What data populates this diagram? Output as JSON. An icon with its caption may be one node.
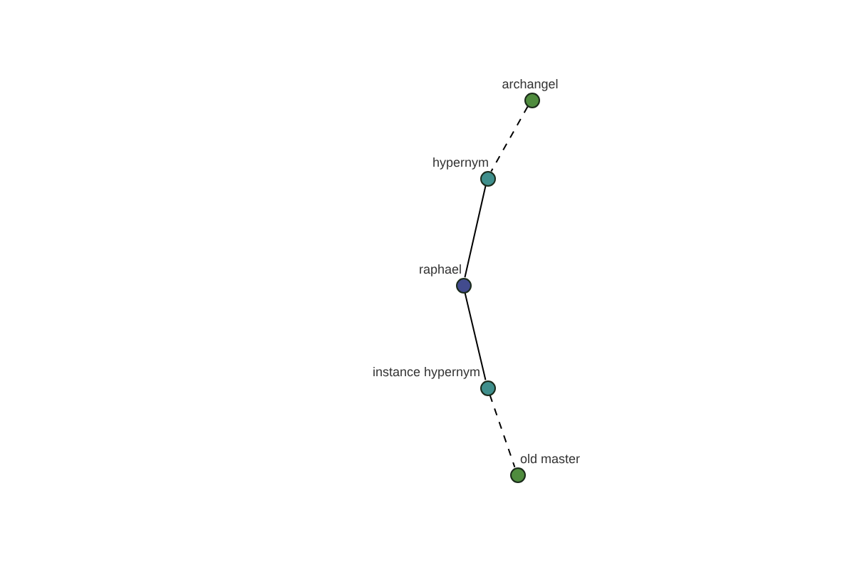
{
  "diagram": {
    "nodes": [
      {
        "text": [
          "archangel"
        ]
      },
      {
        "text": [
          "hypernym"
        ]
      },
      {
        "text": [
          "raphael"
        ]
      },
      {
        "text": [
          "instance hypernym"
        ]
      },
      {
        "text": [
          "old master"
        ]
      }
    ],
    "edges": [
      {
        "from": 0,
        "to": 1,
        "arrow": "none",
        "style": "dashed"
      },
      {
        "from": 1,
        "to": 2,
        "arrow": "none"
      },
      {
        "from": 2,
        "to": 3,
        "arrow": "none"
      },
      {
        "from": 3,
        "to": 4,
        "arrow": "none",
        "style": "dashed"
      }
    ]
  }
}
